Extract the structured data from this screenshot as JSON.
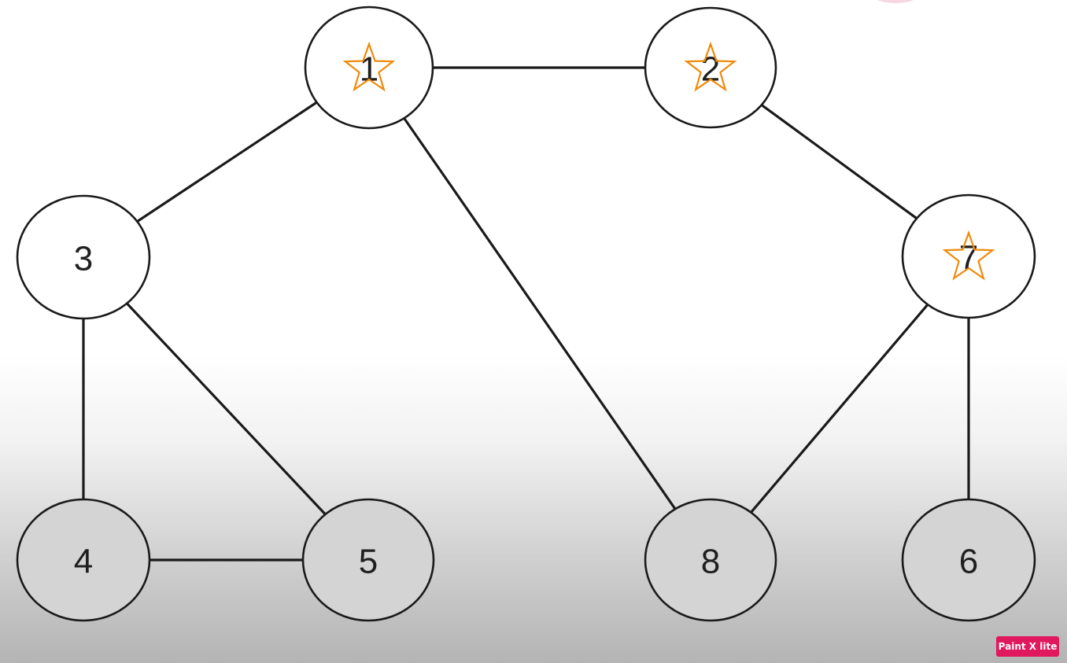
{
  "graph": {
    "nodes": [
      {
        "id": "1",
        "label": "1",
        "starred": true
      },
      {
        "id": "2",
        "label": "2",
        "starred": true
      },
      {
        "id": "3",
        "label": "3",
        "starred": false
      },
      {
        "id": "7",
        "label": "7",
        "starred": true
      },
      {
        "id": "4",
        "label": "4",
        "starred": false
      },
      {
        "id": "5",
        "label": "5",
        "starred": false
      },
      {
        "id": "8",
        "label": "8",
        "starred": false
      },
      {
        "id": "6",
        "label": "6",
        "starred": false
      }
    ],
    "edges": [
      [
        "1",
        "2"
      ],
      [
        "1",
        "3"
      ],
      [
        "1",
        "8"
      ],
      [
        "2",
        "7"
      ],
      [
        "3",
        "4"
      ],
      [
        "3",
        "5"
      ],
      [
        "4",
        "5"
      ],
      [
        "7",
        "8"
      ],
      [
        "7",
        "6"
      ]
    ],
    "colors": {
      "star": "#f08a0a",
      "line": "#1a1a1a"
    }
  },
  "watermark": {
    "text": "Paint X lite",
    "color": "#e0185e"
  }
}
